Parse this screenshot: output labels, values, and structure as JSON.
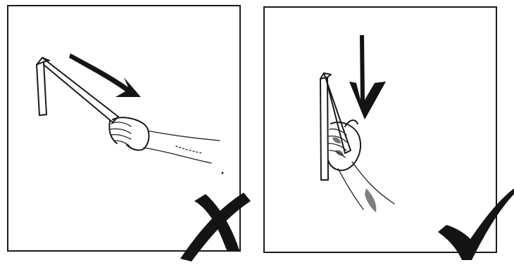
{
  "panels": [
    {
      "id": "incorrect",
      "verdict": "incorrect",
      "hand_angle": "pulling-down-diagonally",
      "mark_icon": "cross-mark-icon"
    },
    {
      "id": "correct",
      "verdict": "correct",
      "hand_angle": "pulling-straight-down",
      "mark_icon": "check-mark-icon"
    }
  ],
  "colors": {
    "ink": "#1a1a1a",
    "background": "#ffffff"
  }
}
